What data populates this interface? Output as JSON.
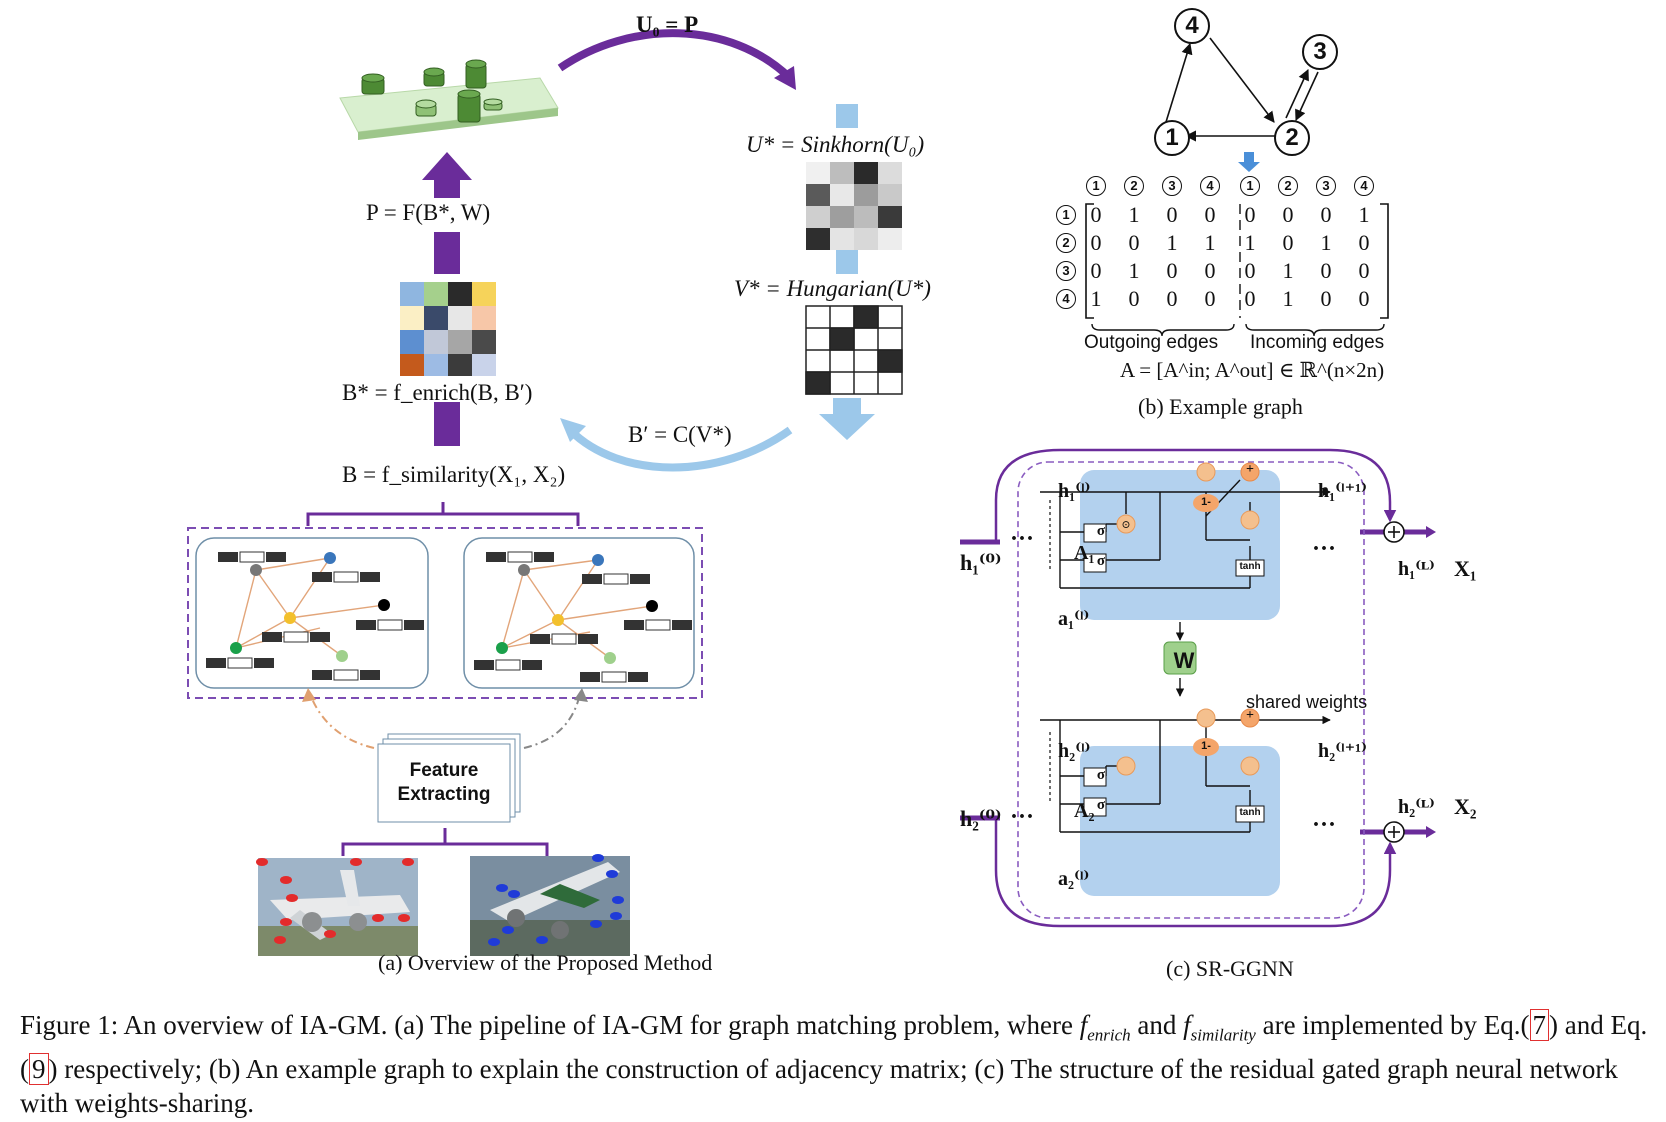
{
  "panel_a": {
    "caption": "(a) Overview of the Proposed Method",
    "eq_u0": "U₀ = P",
    "eq_p": "P = F(B*, W)",
    "eq_bstar": "B* = f_enrich(B, B′)",
    "eq_b": "B = f_similarity(X₁, X₂)",
    "eq_ustar": "U* = Sinkhorn(U₀)",
    "eq_vstar": "V* = Hungarian(U*)",
    "eq_bprime": "B′ = C(V*)",
    "feature_label_1": "Feature",
    "feature_label_2": "Extracting",
    "node_label": "...",
    "colors": {
      "purple": "#6a2c9a",
      "light_blue": "#9cc8ea",
      "orange": "#e8a06a"
    }
  },
  "panel_b": {
    "caption": "(b) Example graph",
    "nodes": [
      "1",
      "2",
      "3",
      "4"
    ],
    "col_headers": [
      "1",
      "2",
      "3",
      "4",
      "1",
      "2",
      "3",
      "4"
    ],
    "row_headers": [
      "1",
      "2",
      "3",
      "4"
    ],
    "matrix": [
      [
        "0",
        "1",
        "0",
        "0",
        "0",
        "0",
        "0",
        "1"
      ],
      [
        "0",
        "0",
        "1",
        "1",
        "1",
        "0",
        "1",
        "0"
      ],
      [
        "0",
        "1",
        "0",
        "0",
        "0",
        "1",
        "0",
        "0"
      ],
      [
        "1",
        "0",
        "0",
        "0",
        "0",
        "1",
        "0",
        "0"
      ]
    ],
    "outgoing_label": "Outgoing edges",
    "incoming_label": "Incoming edges",
    "formula": "A = [A^in; A^out] ∈ ℝ^(n×2n)"
  },
  "panel_c": {
    "caption": "(c) SR-GGNN",
    "shared_weights": "shared weights",
    "w_label": "W",
    "sigma": "σ",
    "tanh": "tanh",
    "one_minus": "1-",
    "plus": "+",
    "dots": "···",
    "h1_0": "h₁⁽⁰⁾",
    "h2_0": "h₂⁽⁰⁾",
    "h1_l": "h₁⁽ˡ⁾",
    "h2_l": "h₂⁽ˡ⁾",
    "h1_l1": "h₁⁽ˡ⁺¹⁾",
    "h2_l1": "h₂⁽ˡ⁺¹⁾",
    "a1_l": "a₁⁽ˡ⁾",
    "a2_l": "a₂⁽ˡ⁾",
    "A1": "A₁",
    "A2": "A₂",
    "h1_L": "h₁⁽ᴸ⁾",
    "h2_L": "h₂⁽ᴸ⁾",
    "X1": "X₁",
    "X2": "X₂"
  },
  "figure_caption": {
    "part1": "Figure 1: An overview of IA-GM. (a) The pipeline of IA-GM for graph matching problem, where ",
    "f_enrich": "f",
    "f_enrich_sub": "enrich",
    "and_word": " and ",
    "f_sim": "f",
    "f_sim_sub": "similarity",
    "part2": " are implemented by Eq.(",
    "ref1": "7",
    "part3": ") and Eq.(",
    "ref2": "9",
    "part4": ") respectively; (b) An example graph to explain the construction of adjacency matrix; (c) The structure of the residual gated graph neural network with weights-sharing."
  }
}
